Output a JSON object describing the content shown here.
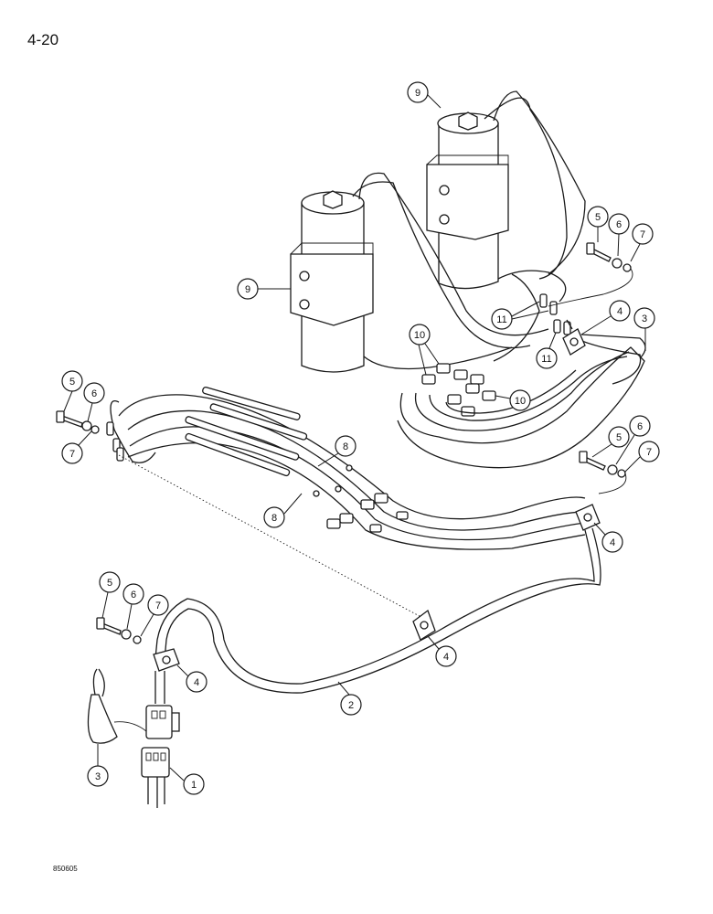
{
  "page": {
    "number": "4-20",
    "figure_code": "850605"
  },
  "callouts": [
    {
      "id": "c9a",
      "label": "9"
    },
    {
      "id": "c9b",
      "label": "9"
    },
    {
      "id": "c5a",
      "label": "5"
    },
    {
      "id": "c6a",
      "label": "6"
    },
    {
      "id": "c7a",
      "label": "7"
    },
    {
      "id": "c11a",
      "label": "11"
    },
    {
      "id": "c11b",
      "label": "11"
    },
    {
      "id": "c4a",
      "label": "4"
    },
    {
      "id": "c3a",
      "label": "3"
    },
    {
      "id": "c10a",
      "label": "10"
    },
    {
      "id": "c10b",
      "label": "10"
    },
    {
      "id": "c5b",
      "label": "5"
    },
    {
      "id": "c6b",
      "label": "6"
    },
    {
      "id": "c7b",
      "label": "7"
    },
    {
      "id": "c8a",
      "label": "8"
    },
    {
      "id": "c8b",
      "label": "8"
    },
    {
      "id": "c5c",
      "label": "5"
    },
    {
      "id": "c6c",
      "label": "6"
    },
    {
      "id": "c7c",
      "label": "7"
    },
    {
      "id": "c4b",
      "label": "4"
    },
    {
      "id": "c5d",
      "label": "5"
    },
    {
      "id": "c6d",
      "label": "6"
    },
    {
      "id": "c7d",
      "label": "7"
    },
    {
      "id": "c4c",
      "label": "4"
    },
    {
      "id": "c4d",
      "label": "4"
    },
    {
      "id": "c2",
      "label": "2"
    },
    {
      "id": "c3b",
      "label": "3"
    },
    {
      "id": "c1",
      "label": "1"
    }
  ]
}
